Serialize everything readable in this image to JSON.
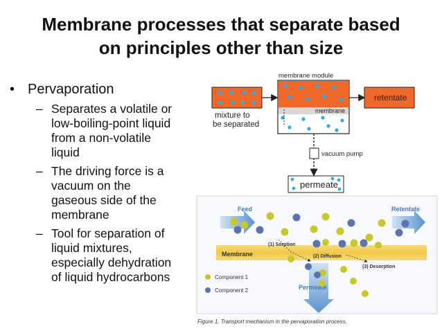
{
  "slide": {
    "title_line1": "Membrane processes that separate based",
    "title_line2": "on principles other than size",
    "bullet": "Pervaporation",
    "subbullets": [
      [
        "Separates a volatile or",
        "low-boiling-point liquid",
        "from a non-volatile",
        "liquid"
      ],
      [
        "The driving force is a",
        "vacuum on the",
        "gaseous side of the",
        "membrane"
      ],
      [
        "Tool for separation of",
        "liquid mixtures,",
        "especially dehydration",
        "of liquid hydrocarbons"
      ]
    ]
  },
  "module_diagram": {
    "module_label": "membrane module",
    "membrane_label": "membrane",
    "feed_label_line1": "mixture to",
    "feed_label_line2": "be separated",
    "retentate_label": "retentate",
    "pump_label": "vacuum pump",
    "permeate_label": "permeate",
    "colors": {
      "box_fill": "#f0692a",
      "dot": "#2eaee0"
    }
  },
  "mechanism_figure": {
    "feed_label": "Feed",
    "retentate_label": "Retentate",
    "membrane_label": "Membrane",
    "permeate_label": "Permeate",
    "step1": "(1) Sorption",
    "step2": "(2) Diffusion",
    "step3": "(3) Desorption",
    "legend": [
      {
        "label": "Component 1",
        "color": "#c8c82a"
      },
      {
        "label": "Component 2",
        "color": "#5b74b0"
      }
    ],
    "caption": "Figure 1. Transport mechanism in the pervaporation process."
  }
}
